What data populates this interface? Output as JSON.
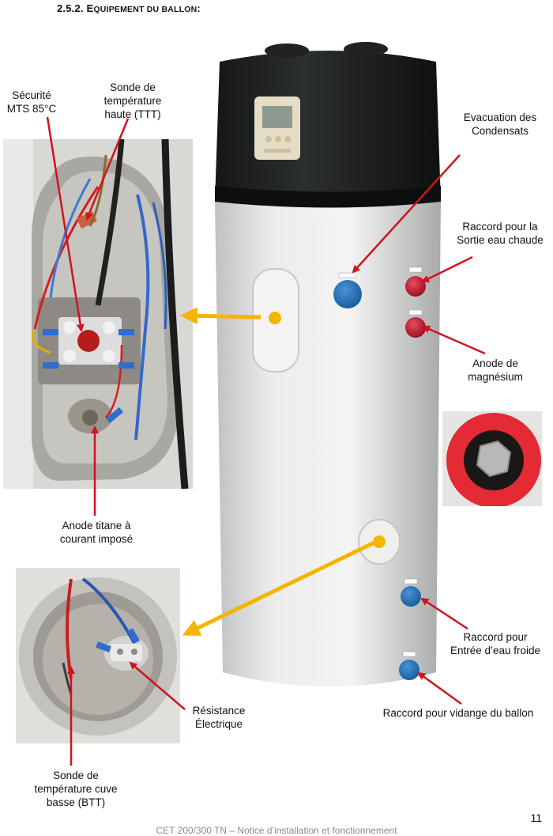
{
  "heading": {
    "number": "2.5.2.",
    "title_initial_1": "E",
    "title_rest_1": "QUIPEMENT DU BALLON",
    "title_suffix": ":"
  },
  "labels": {
    "securite": "Sécurité\nMTS 85°C",
    "sonde_haute": "Sonde de\ntempérature\nhaute (TTT)",
    "evacuation": "Evacuation des\nCondensats",
    "sortie": "Raccord pour la\nSortie eau chaude",
    "anode_mg": "Anode de\nmagnésium",
    "anode_titane": "Anode titane à\ncourant imposé",
    "entree": "Raccord pour\nEntrée d’eau froide",
    "vidange": "Raccord pour vidange du ballon",
    "resistance": "Résistance\nÉlectrique",
    "sonde_basse": "Sonde de\ntempérature cuve\nbasse (BTT)"
  },
  "footer": "CET 200/300 TN – Notice d’installation et fonctionnement",
  "page_number": "11",
  "colors": {
    "arrow_red": "#d0141c",
    "arrow_yellow": "#f4b400",
    "tank_body": "#e9eaea",
    "tank_top": "#1d1f1f",
    "fitting_red": "#c8102e",
    "fitting_blue": "#1f6fb0"
  }
}
